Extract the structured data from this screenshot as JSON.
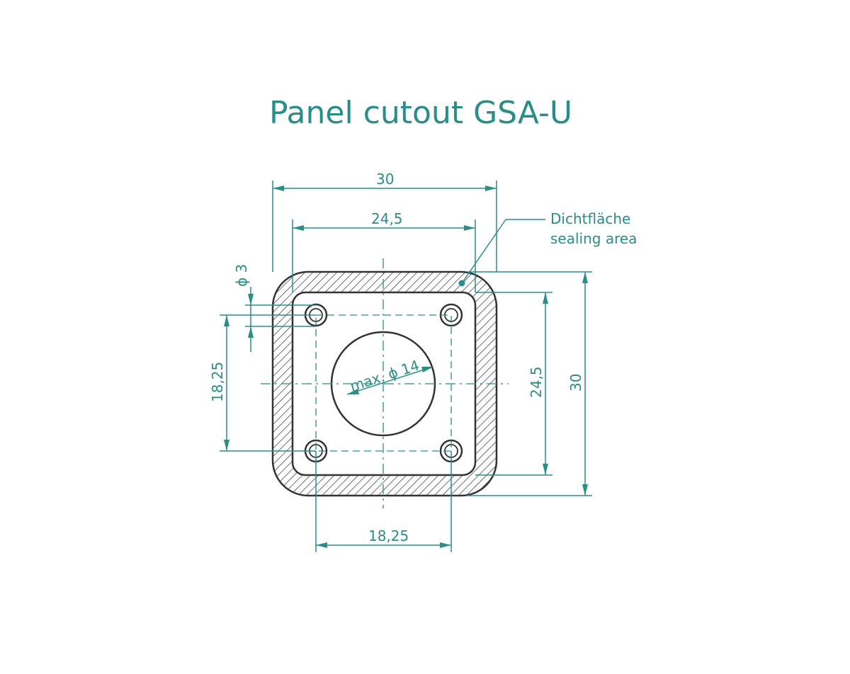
{
  "title": "Panel cutout GSA-U",
  "dimensions": {
    "outer_width": "30",
    "inner_width": "24,5",
    "hole_dia": "ϕ 3",
    "hole_spacing_vertical": "18,25",
    "hole_spacing_horizontal": "18,25",
    "inner_height": "24,5",
    "outer_height": "30",
    "center_hole": "max. ϕ 14"
  },
  "annotation": {
    "line1": "Dichtfläche",
    "line2": "sealing area"
  },
  "colors": {
    "dimension": "#2a8e88",
    "part": "#333333"
  }
}
